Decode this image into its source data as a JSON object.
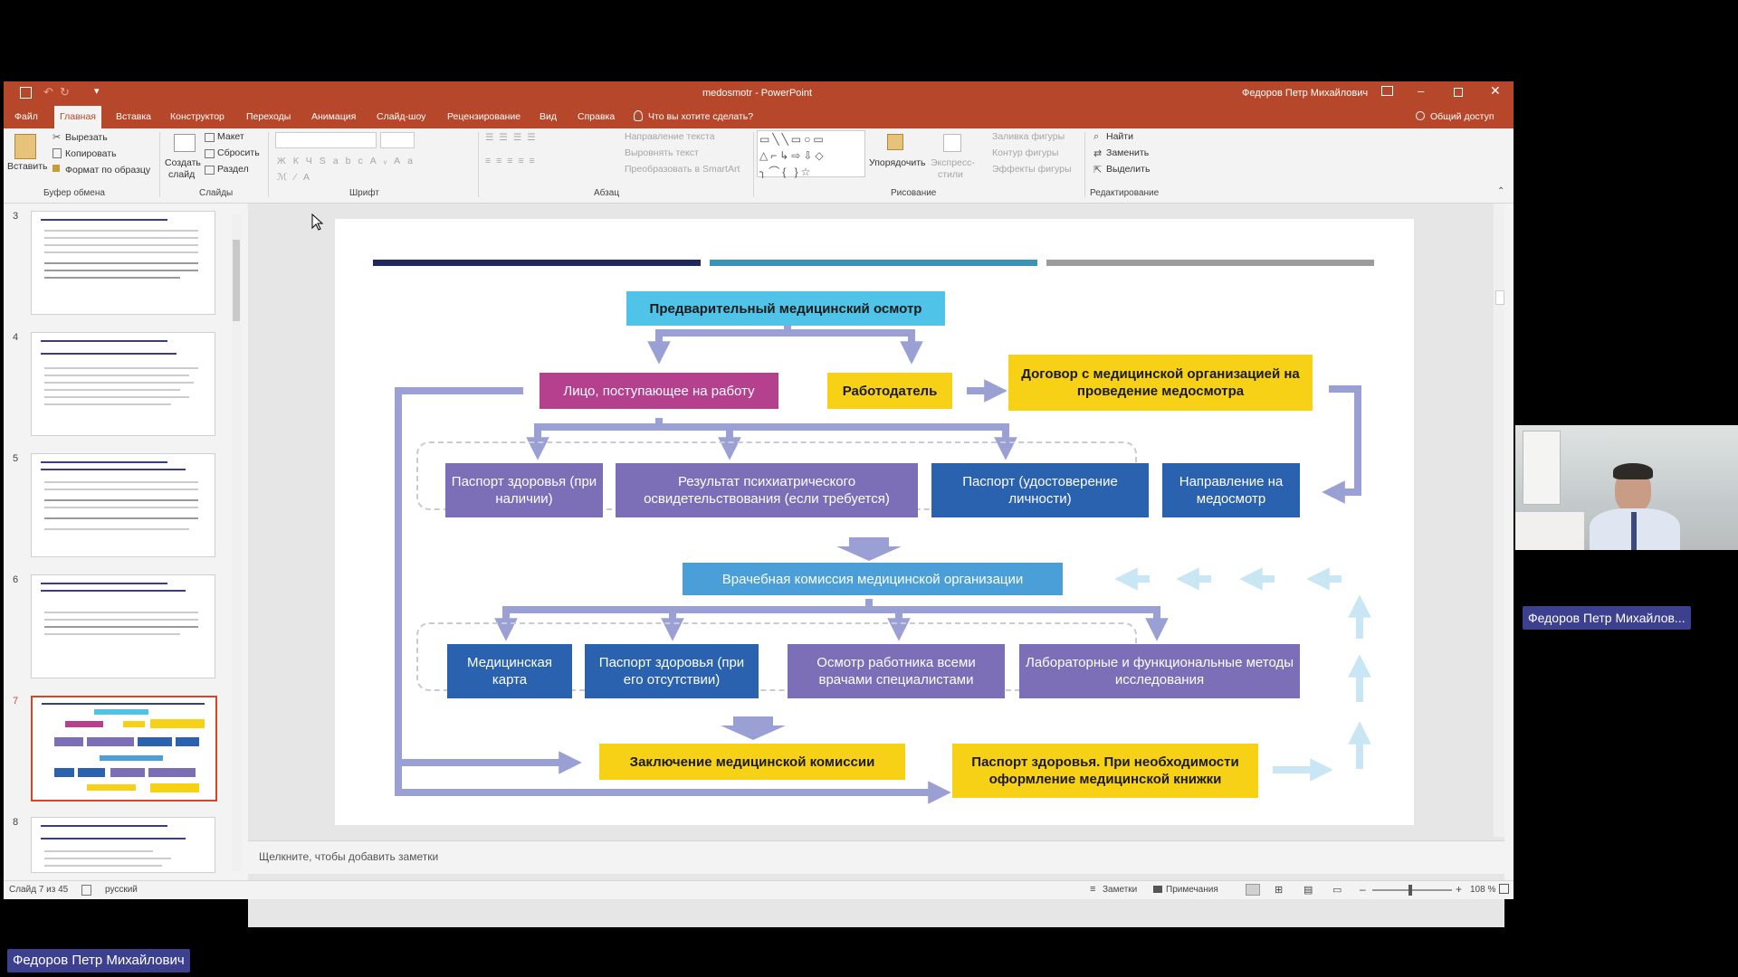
{
  "window": {
    "title": "medosmotr - PowerPoint",
    "user": "Федоров Петр Михайлович",
    "share": "Общий доступ",
    "tell_me": "Что вы хотите сделать?"
  },
  "tabs": [
    "Файл",
    "Главная",
    "Вставка",
    "Конструктор",
    "Переходы",
    "Анимация",
    "Слайд-шоу",
    "Рецензирование",
    "Вид",
    "Справка"
  ],
  "ribbon": {
    "paste": "Вставить",
    "cut": "Вырезать",
    "copy": "Копировать",
    "format_painter": "Формат по образцу",
    "clipboard_group": "Буфер обмена",
    "new_slide_1": "Создать",
    "new_slide_2": "слайд",
    "layout": "Макет",
    "reset": "Сбросить",
    "section": "Раздел",
    "slides_group": "Слайды",
    "font_group": "Шрифт",
    "text_direction": "Направление текста",
    "align_text": "Выровнять текст",
    "smartart": "Преобразовать в SmartArt",
    "paragraph_group": "Абзац",
    "arrange": "Упорядочить",
    "quick_styles_1": "Экспресс-",
    "quick_styles_2": "стили",
    "shape_fill": "Заливка фигуры",
    "shape_outline": "Контур фигуры",
    "shape_effects": "Эффекты фигуры",
    "drawing_group": "Рисование",
    "find": "Найти",
    "replace": "Заменить",
    "select": "Выделить",
    "editing_group": "Редактирование"
  },
  "thumbnails": [
    {
      "num": "3"
    },
    {
      "num": "4"
    },
    {
      "num": "5"
    },
    {
      "num": "6"
    },
    {
      "num": "7"
    },
    {
      "num": "8"
    }
  ],
  "slide": {
    "box_pre_exam": "Предварительный медицинский осмотр",
    "box_applicant": "Лицо, поступающее на работу",
    "box_employer": "Работодатель",
    "box_contract": "Договор с медицинской организацией на проведение медосмотра",
    "box_health_passport": "Паспорт здоровья (при наличии)",
    "box_psych": "Результат психиатрического освидетельствования (если требуется)",
    "box_passport": "Паспорт (удостоверение личности)",
    "box_referral": "Направление на медосмотр",
    "box_commission": "Врачебная комиссия медицинской организации",
    "box_med_card": "Медицинская карта",
    "box_health_passport2": "Паспорт здоровья (при его отсутствии)",
    "box_specialists": "Осмотр работника всеми врачами специалистами",
    "box_lab": "Лабораторные и функциональные методы исследования",
    "box_conclusion": "Заключение медицинской комиссии",
    "box_health_book": "Паспорт здоровья. При необходимости оформление медицинской книжки"
  },
  "notes_placeholder": "Щелкните, чтобы добавить заметки",
  "status": {
    "slide_info": "Слайд 7 из 45",
    "language": "русский",
    "notes": "Заметки",
    "comments": "Примечания",
    "zoom": "108 %"
  },
  "webcam_name": "Федоров Петр Михайлов...",
  "bottom_name": "Федоров Петр Михайлович",
  "colors": {
    "ppt_red": "#b7472a",
    "cyan": "#4fc3e8",
    "magenta": "#b5408d",
    "yellow": "#f7d116",
    "purple": "#7c6fb8",
    "blue": "#2a62b0",
    "arrow": "#9aa0d4"
  }
}
